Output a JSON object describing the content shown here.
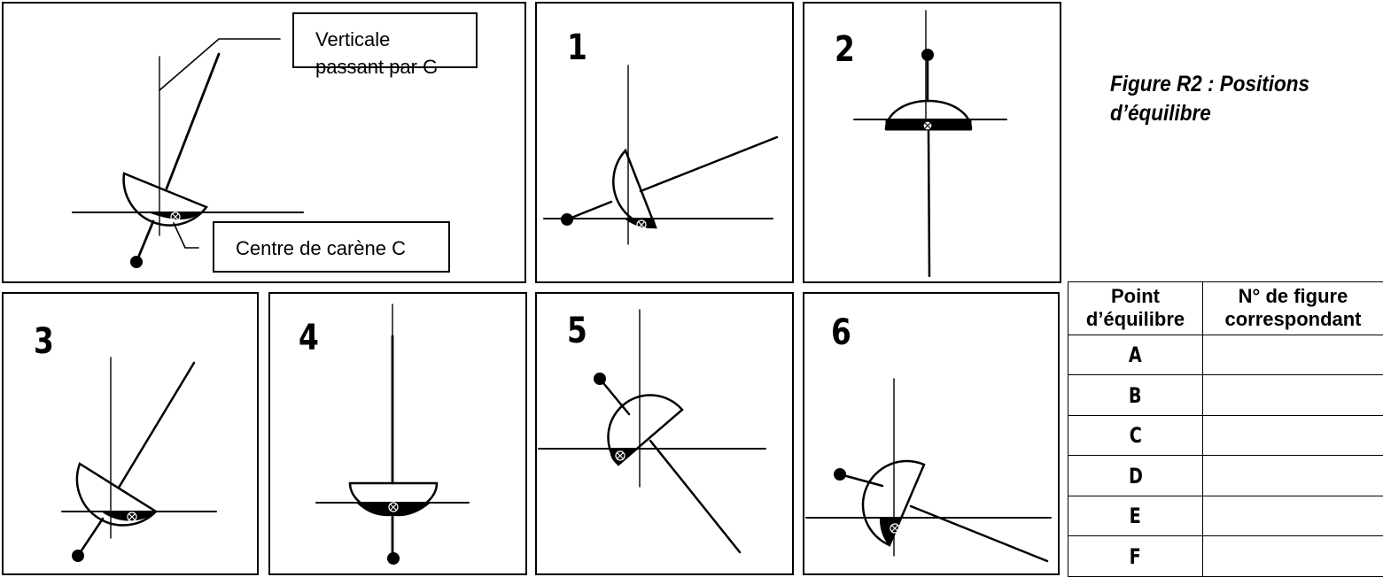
{
  "callouts": {
    "vertical": "Verticale\npassant par G",
    "centre": "Centre de carène C"
  },
  "caption": "Figure R2 : Positions\nd’équilibre",
  "panels": [
    "1",
    "2",
    "3",
    "4",
    "5",
    "6"
  ],
  "table": {
    "header_point": "Point\nd’équilibre",
    "header_figure": "N° de figure\ncorrespondant",
    "rows": [
      "A",
      "B",
      "C",
      "D",
      "E",
      "F"
    ]
  }
}
